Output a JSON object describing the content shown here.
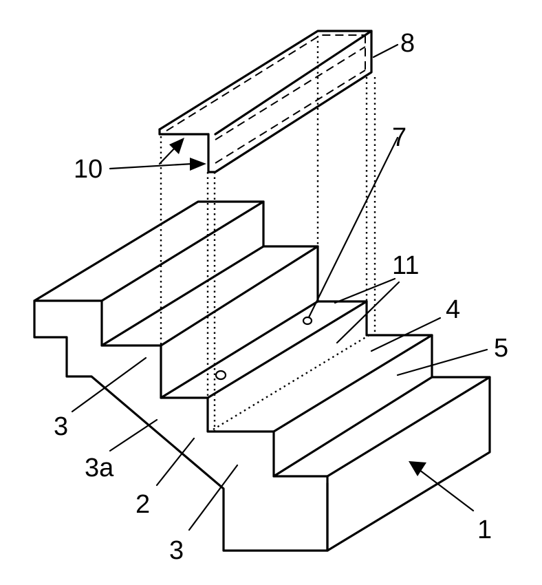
{
  "labels": {
    "l1": "1",
    "l2": "2",
    "l3_top": "3",
    "l3a": "3a",
    "l3_bottom": "3",
    "l4": "4",
    "l5": "5",
    "l7": "7",
    "l8": "8",
    "l10": "10",
    "l11": "11"
  }
}
